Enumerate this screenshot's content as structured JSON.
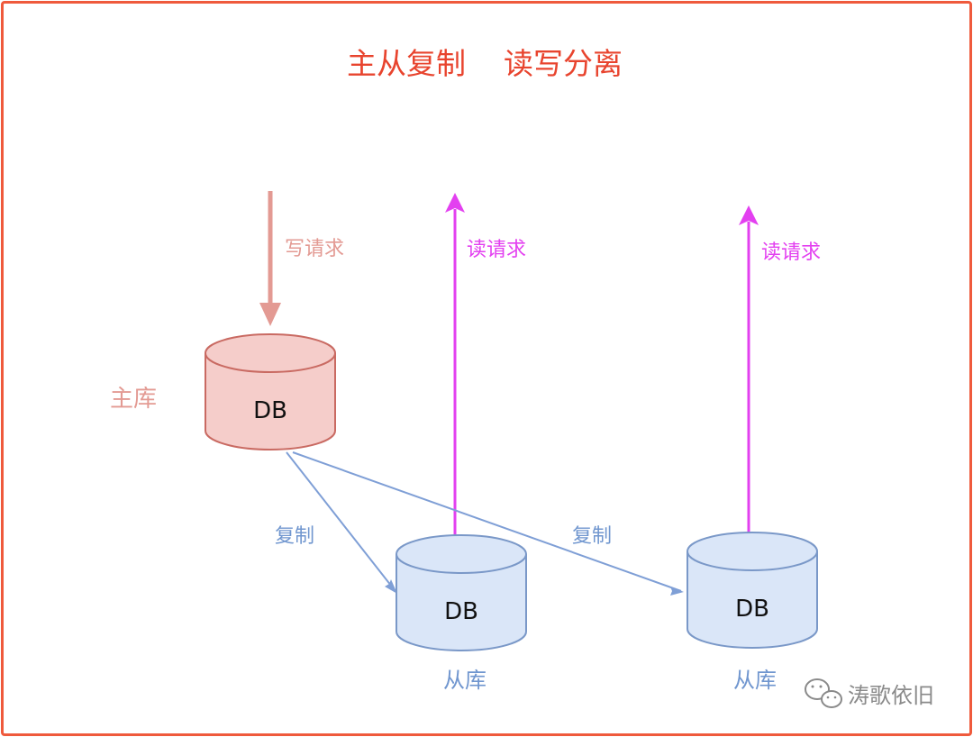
{
  "title": "主从复制    读写分离",
  "write_request_label": "写请求",
  "read_request_labels": [
    "读请求",
    "读请求"
  ],
  "replicate_labels": [
    "复制",
    "复制"
  ],
  "master": {
    "role_label": "主库",
    "db_label": "DB"
  },
  "slaves": [
    {
      "role_label": "从库",
      "db_label": "DB"
    },
    {
      "role_label": "从库",
      "db_label": "DB"
    }
  ],
  "watermark": "涛歌依旧",
  "colors": {
    "frame": "#ef5a3c",
    "title": "#e8442e",
    "master_fill": "#f5cdca",
    "master_stroke": "#c96a62",
    "slave_fill": "#dae6f8",
    "slave_stroke": "#7a98c8",
    "write_arrow": "#e39a93",
    "read_arrow": "#e340f0",
    "replicate_arrow": "#7f9fd6"
  }
}
